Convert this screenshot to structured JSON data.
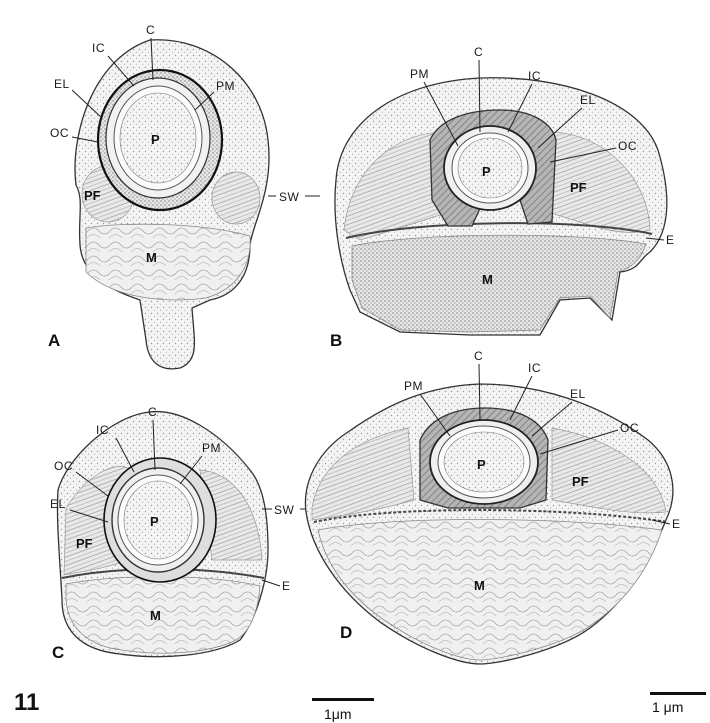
{
  "figure_number": "11",
  "panels": {
    "A": {
      "letter": "A",
      "labels": {
        "C": "C",
        "IC": "IC",
        "PM": "PM",
        "EL": "EL",
        "OC": "OC",
        "P": "P",
        "PF": "PF",
        "SW": "SW",
        "M": "M"
      }
    },
    "B": {
      "letter": "B",
      "labels": {
        "PM": "PM",
        "C": "C",
        "IC": "IC",
        "EL": "EL",
        "OC": "OC",
        "P": "P",
        "PF": "PF",
        "E": "E",
        "M": "M"
      }
    },
    "C": {
      "letter": "C",
      "labels": {
        "C": "C",
        "IC": "IC",
        "PM": "PM",
        "OC": "OC",
        "EL": "EL",
        "P": "P",
        "PF": "PF",
        "SW": "SW",
        "E": "E",
        "M": "M"
      }
    },
    "D": {
      "letter": "D",
      "labels": {
        "C": "C",
        "IC": "IC",
        "PM": "PM",
        "EL": "EL",
        "OC": "OC",
        "P": "P",
        "PF": "PF",
        "E": "E",
        "M": "M"
      }
    }
  },
  "scale_bars": {
    "left": {
      "label": "1μm"
    },
    "right": {
      "label": "1 μm"
    }
  },
  "colors": {
    "ink": "#1a1a1a",
    "paper": "#ffffff",
    "stipple": "#cfcfcf",
    "hatch": "#8c8c8c"
  }
}
